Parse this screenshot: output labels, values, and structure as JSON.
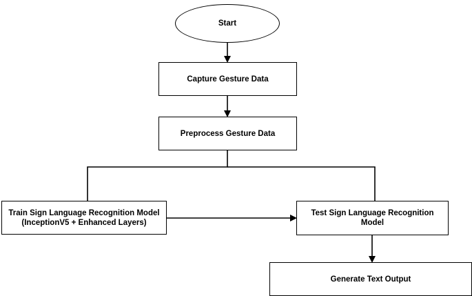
{
  "diagram": {
    "nodes": {
      "start": "Start",
      "capture": "Capture Gesture Data",
      "preprocess": "Preprocess Gesture Data",
      "train": "Train Sign Language Recognition Model (InceptionV5 + Enhanced Layers)",
      "test": "Test Sign Language Recognition Model",
      "generate": "Generate Text Output"
    },
    "edges": [
      {
        "from": "start",
        "to": "capture"
      },
      {
        "from": "capture",
        "to": "preprocess"
      },
      {
        "from": "preprocess",
        "to": "train"
      },
      {
        "from": "preprocess",
        "to": "test"
      },
      {
        "from": "train",
        "to": "test"
      },
      {
        "from": "test",
        "to": "generate"
      }
    ]
  }
}
